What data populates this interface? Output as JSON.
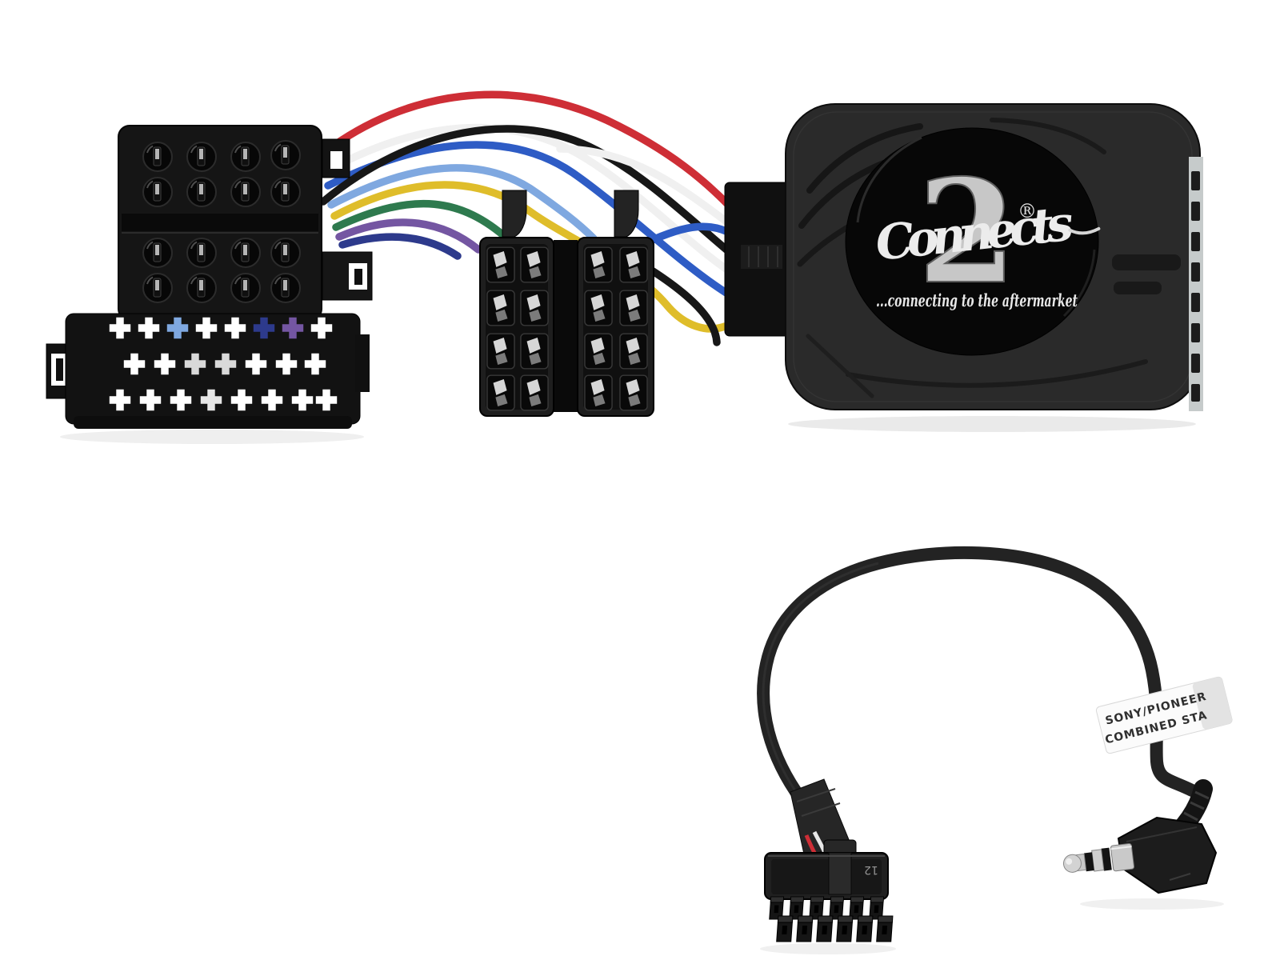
{
  "scene": {
    "background": "#ffffff"
  },
  "product": {
    "brand": {
      "script": "Connects",
      "numeral": "2",
      "registered_mark": "®",
      "tagline": "...connecting to the aftermarket"
    },
    "cable_label": {
      "line1": "SONY/PIONEER",
      "line2": "COMBINED STA"
    },
    "pin_count_marking": "12"
  },
  "colors": {
    "box_body": "#2a2a2a",
    "box_badge": "#070707",
    "logo_silver": "#c7c7c7",
    "logo_text": "#ececec",
    "tagline_text": "#e9e9e9",
    "connector_body": "#151515",
    "iso_body": "#1e1e1e",
    "cable": "#232323",
    "label_bg": "#fbfbfb",
    "label_text": "#2f2f2f",
    "plug_metal": "#c9c9c9",
    "side_strip": "#c6cbcb"
  },
  "wires": {
    "red": "#ce2e36",
    "black": "#171717",
    "white": "#f0f0f0",
    "blue": "#2e5cc5",
    "light_blue": "#7fa8e0",
    "yellow": "#dfbd2a",
    "green": "#2e7a4e",
    "purple": "#7456a2",
    "navy": "#2d3a8c"
  }
}
